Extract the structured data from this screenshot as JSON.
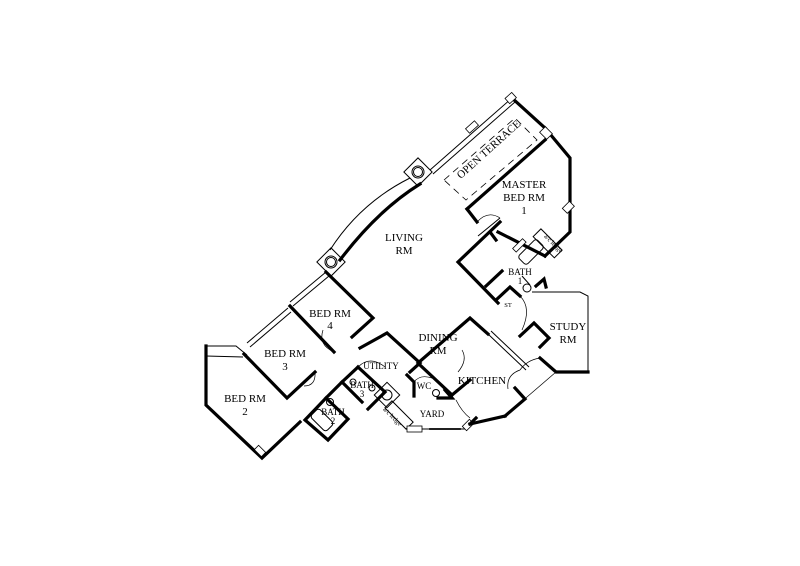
{
  "plan": {
    "rooms": {
      "open_terrace": "OPEN TERRACE",
      "master_bed": [
        "MASTER",
        "BED RM",
        "1"
      ],
      "living": [
        "LIVING",
        "RM"
      ],
      "bath1": [
        "BATH",
        "1"
      ],
      "st": "ST",
      "study": [
        "STUDY",
        "RM"
      ],
      "dining": [
        "DINING",
        "RM"
      ],
      "kitchen": "KITCHEN",
      "bed4": [
        "BED RM",
        "4"
      ],
      "bed3": [
        "BED RM",
        "3"
      ],
      "bed2": [
        "BED RM",
        "2"
      ],
      "utility": "UTILITY",
      "bath3": [
        "BATH",
        "3"
      ],
      "bath2": [
        "BATH",
        "2"
      ],
      "wc": "WC",
      "yard": "YARD",
      "ac_ledge_1": "a/c ledge",
      "ac_ledge_2": "a/c ledge"
    }
  }
}
